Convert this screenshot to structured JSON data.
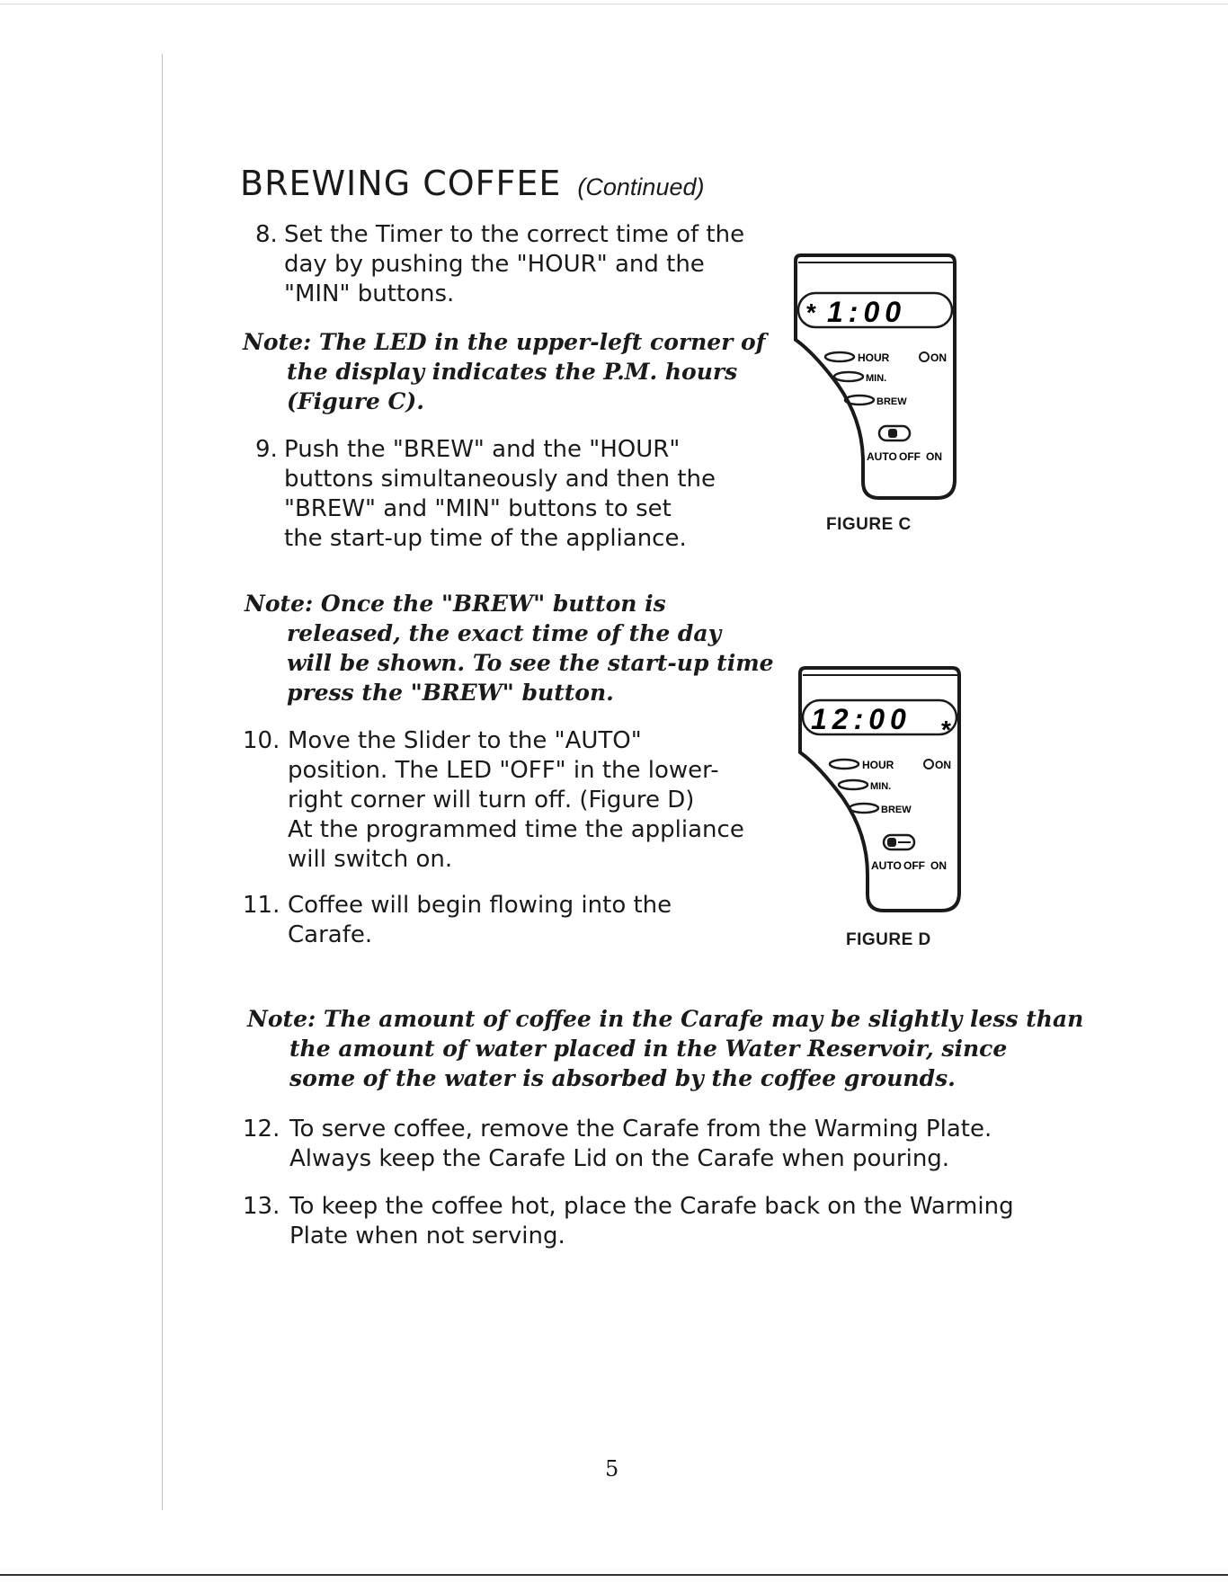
{
  "page": {
    "heading": "BREWING COFFEE",
    "heading_sub": "(Continued)",
    "page_number": "5"
  },
  "steps": [
    {
      "num": "8.",
      "lines": [
        "Set the Timer to the correct time of the",
        "day by pushing the \"HOUR\" and the",
        "\"MIN\" buttons."
      ]
    },
    {
      "num": "9.",
      "lines": [
        "Push the \"BREW\" and the \"HOUR\"",
        "buttons simultaneously and then the",
        "\"BREW\" and \"MIN\" buttons to set",
        "the start-up time of the appliance."
      ]
    },
    {
      "num": "10.",
      "lines": [
        "Move the Slider to the \"AUTO\"",
        "position. The LED \"OFF\" in the lower-",
        "right corner will turn off. (Figure D)",
        "At the programmed time the appliance",
        "will switch on."
      ]
    },
    {
      "num": "11.",
      "lines": [
        "Coffee will begin flowing into the",
        "Carafe."
      ]
    },
    {
      "num": "12.",
      "lines": [
        "To serve coffee, remove the Carafe from the Warming Plate.",
        "Always keep the Carafe Lid on the Carafe when pouring."
      ]
    },
    {
      "num": "13.",
      "lines": [
        "To keep the coffee hot, place the Carafe back on the Warming",
        "Plate when not serving."
      ]
    }
  ],
  "notes": [
    {
      "lines": [
        "Note: The LED in the upper-left corner of",
        "the display indicates the P.M. hours",
        "(Figure C)."
      ]
    },
    {
      "lines": [
        "Note: Once the \"BREW\" button is",
        "released,  the exact time of the day",
        "will be shown. To see the start-up time",
        "press the \"BREW\" button."
      ]
    },
    {
      "lines": [
        "Note: The amount of coffee in the Carafe may be slightly less than",
        "the amount of water placed in the Water Reservoir, since",
        "some of the water is absorbed by the coffee grounds."
      ]
    }
  ],
  "figures": [
    {
      "caption": "FIGURE C",
      "display": "1:00",
      "indicator": "*",
      "labels": {
        "hour": "HOUR",
        "on": "ON",
        "min": "MIN.",
        "brew": "BREW",
        "auto": "AUTO",
        "off": "OFF",
        "slider_on": "ON"
      }
    },
    {
      "caption": "FIGURE D",
      "display": "12:00",
      "indicator": "*",
      "labels": {
        "hour": "HOUR",
        "on": "ON",
        "min": "MIN.",
        "brew": "BREW",
        "auto": "AUTO",
        "off": "OFF",
        "slider_on": "ON"
      }
    }
  ]
}
